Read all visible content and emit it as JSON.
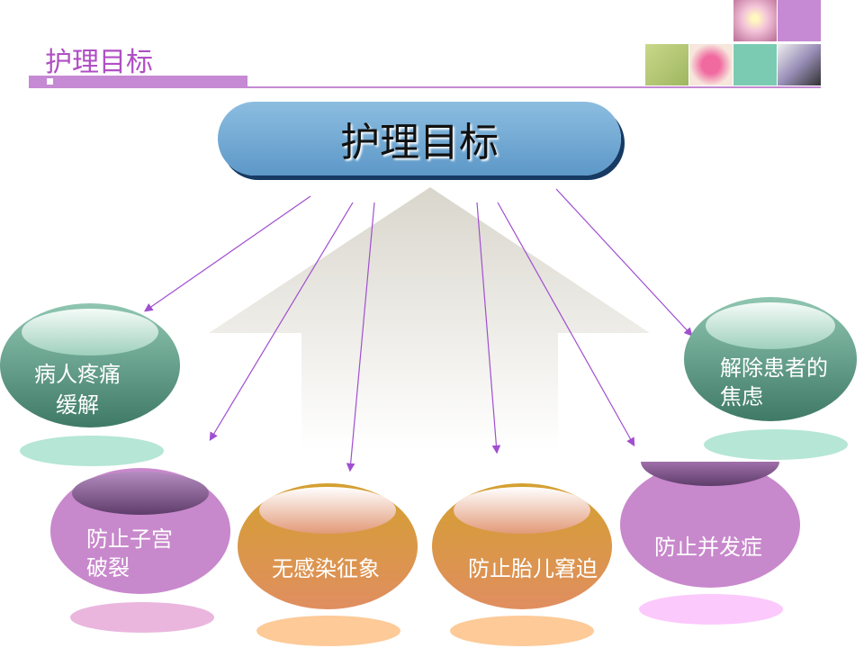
{
  "header": {
    "title": "护理目标"
  },
  "main_title": "护理目标",
  "goals": [
    {
      "label": "病人疼痛缓解",
      "line1": "病人疼痛",
      "line2": "缓解"
    },
    {
      "label": "解除患者的焦虑",
      "line1": "解除患者的",
      "line2": "焦虑"
    },
    {
      "label": "防止子宫破裂",
      "line1": "防止子宫",
      "line2": "破裂"
    },
    {
      "label": "无感染征象"
    },
    {
      "label": "防止胎儿窘迫"
    },
    {
      "label": "防止并发症"
    }
  ],
  "colors": {
    "accent": "#c58ad3",
    "green": "#3f7a66",
    "purple": "#c888cc",
    "orange": "#d9944a",
    "blue": "#6fa7d4"
  }
}
